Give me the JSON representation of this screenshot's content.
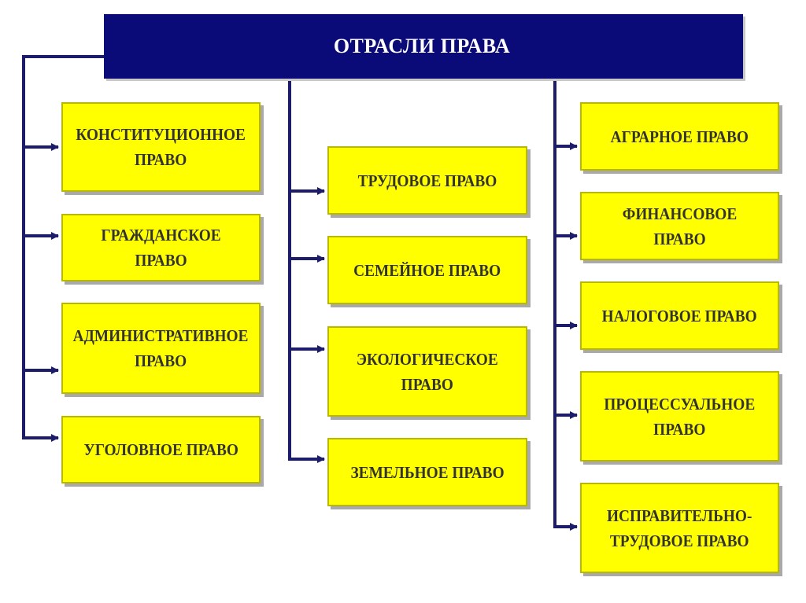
{
  "title": "ОТРАСЛИ ПРАВА",
  "colors": {
    "header_bg": "#0a0a78",
    "box_bg": "#ffff00",
    "connector": "#1c1c6a"
  },
  "columns": [
    {
      "items": [
        "КОНСТИТУЦИОННОЕ\nПРАВО",
        "ГРАЖДАНСКОЕ ПРАВО",
        "АДМИНИСТРАТИВНОЕ\nПРАВО",
        "УГОЛОВНОЕ ПРАВО"
      ]
    },
    {
      "items": [
        "ТРУДОВОЕ ПРАВО",
        "СЕМЕЙНОЕ ПРАВО",
        "ЭКОЛОГИЧЕСКОЕ\nПРАВО",
        "ЗЕМЕЛЬНОЕ ПРАВО"
      ]
    },
    {
      "items": [
        "АГРАРНОЕ ПРАВО",
        "ФИНАНСОВОЕ ПРАВО",
        "НАЛОГОВОЕ ПРАВО",
        "ПРОЦЕССУАЛЬНОЕ\nПРАВО",
        "ИСПРАВИТЕЛЬНО-\nТРУДОВОЕ ПРАВО"
      ]
    }
  ]
}
